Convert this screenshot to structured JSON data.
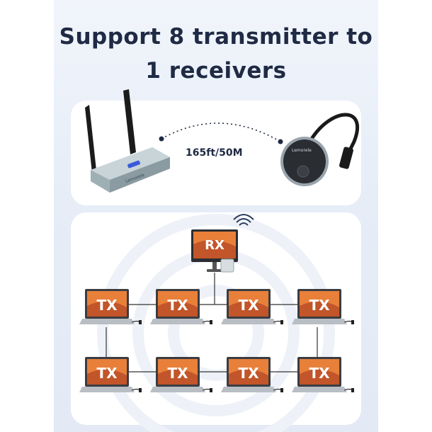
{
  "title": {
    "line1": "Support 8 transmitter to",
    "line2": "1 receivers"
  },
  "distance_label": "165ft/50M",
  "transmitter_brand": "Lemorele",
  "receiver_brand": "Lemorele",
  "receiver_screen_label": "RX",
  "transmitter_screen_label": "TX",
  "transmitters": [
    {
      "label": "TX"
    },
    {
      "label": "TX"
    },
    {
      "label": "TX"
    },
    {
      "label": "TX"
    },
    {
      "label": "TX"
    },
    {
      "label": "TX"
    },
    {
      "label": "TX"
    },
    {
      "label": "TX"
    }
  ],
  "colors": {
    "title": "#1f2a44",
    "panel": "#e6edf7",
    "screen_orange": "#e8803a",
    "wifi": "#2b3b5c"
  }
}
